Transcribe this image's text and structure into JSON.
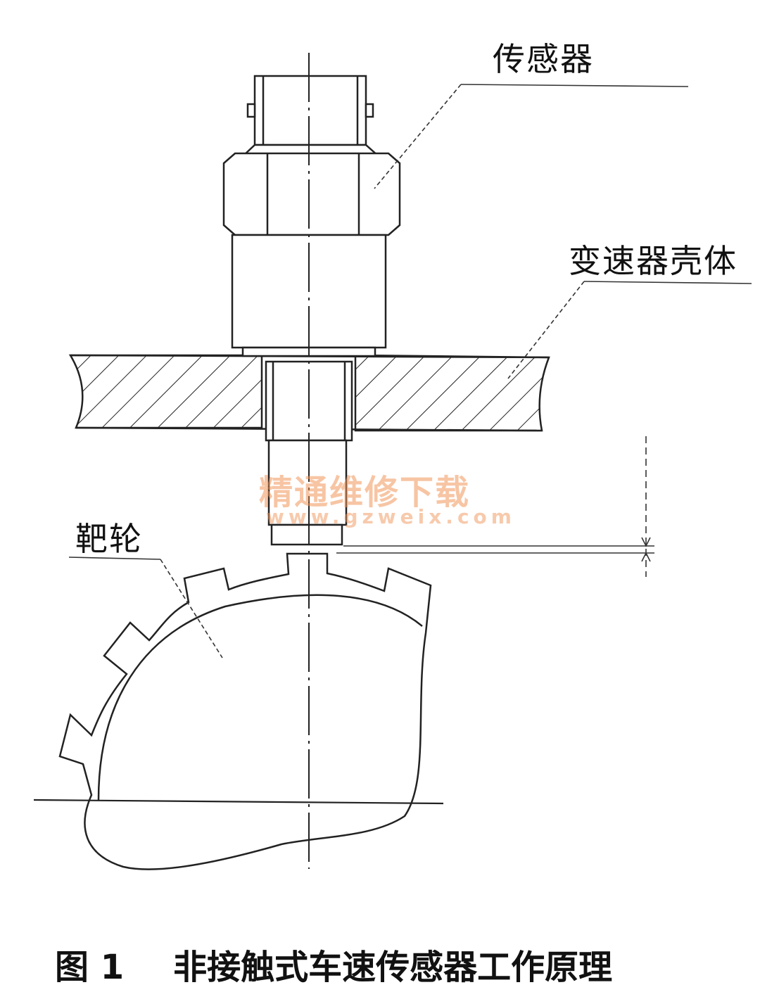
{
  "labels": {
    "sensor": "传感器",
    "housing": "变速器壳体",
    "target_wheel": "靶轮"
  },
  "watermark": {
    "text": "精通维修下载",
    "url": "www.gzweix.com"
  },
  "caption": {
    "figure": "图 1",
    "title": "非接触式车速传感器工作原理"
  }
}
